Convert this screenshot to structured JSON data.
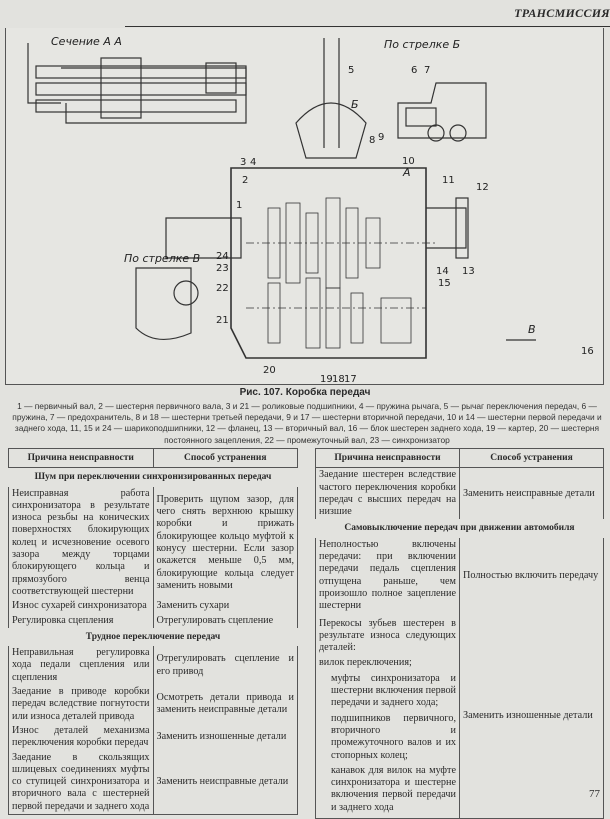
{
  "header": {
    "running_title": "ТРАНСМИССИЯ"
  },
  "figure": {
    "labels": {
      "section_aa": "Сечение А А",
      "arrow_b_view": "По стрелке Б",
      "arrow_v_view": "По стрелке В",
      "letter_a": "А",
      "letter_b_arrow": "Б",
      "letter_v": "В"
    },
    "part_numbers": [
      "1",
      "2",
      "3",
      "4",
      "5",
      "6",
      "7",
      "8",
      "9",
      "10",
      "11",
      "12",
      "13",
      "14",
      "15",
      "16",
      "17",
      "18",
      "19",
      "20",
      "21",
      "22",
      "23",
      "24"
    ],
    "caption": "Рис. 107. Коробка передач",
    "legend": "1 — первичный вал, 2 — шестерня первичного вала, 3 и 21 — роликовые подшипники, 4 — пружина рычага, 5 — рычаг переключения передач, 6 — пружина, 7 — предохранитель, 8 и 18 — шестерни третьей передачи, 9 и 17 — шестерни вторичной передачи, 10 и 14 — шестерни первой передачи и заднего хода, 11, 15 и 24 — шарикоподшипники, 12 — фланец, 13 — вторичный вал, 16 — блок шестерен заднего хода, 19 — картер, 20 — шестерня постоянного зацепления, 22 — промежуточный вал, 23 — синхронизатор"
  },
  "left_table": {
    "headers": [
      "Причина неисправности",
      "Способ устранения"
    ],
    "section1": "Шум при переключении синхронизированных передач",
    "rows1": [
      {
        "cause": "Неисправная работа синхронизатора в результате износа резьбы на конических поверхностях блокирующих колец и исчезновение осевого зазора между торцами блокирующего кольца и прямозубого венца соответствующей шестерни",
        "fix": "Проверить щупом зазор, для чего снять верхнюю крышку коробки и прижать блокирующее кольцо муфтой к конусу шестерни. Если зазор окажется меньше 0,5 мм, блокирующие кольца следует заменить новыми"
      },
      {
        "cause": "Износ сухарей синхронизатора",
        "fix": "Заменить сухари"
      },
      {
        "cause": "Регулировка сцепления",
        "fix": "Отрегулировать сцепление"
      }
    ],
    "section2": "Трудное переключение передач",
    "rows2": [
      {
        "cause": "Неправильная регулировка хода педали сцепления или сцепления",
        "fix": "Отрегулировать сцепление и его привод"
      },
      {
        "cause": "Заедание в приводе коробки передач вследствие погнутости или износа деталей привода",
        "fix": "Осмотреть детали привода и заменить неисправные детали"
      },
      {
        "cause": "Износ деталей механизма переключения коробки передач",
        "fix": "Заменить изношенные детали"
      },
      {
        "cause": "Заедание в скользящих шлицевых соединениях муфты со ступицей синхронизатора и вторичного вала с шестерней первой передачи и заднего хода",
        "fix": "Заменить неисправные детали"
      }
    ]
  },
  "right_table": {
    "headers": [
      "Причина неисправности",
      "Способ устранения"
    ],
    "rows0": [
      {
        "cause": "Заедание шестерен вследствие частого переключения коробки передач с высших передач на низшие",
        "fix": "Заменить неисправные детали"
      }
    ],
    "section": "Самовыключение передач при движении автомобиля",
    "row1": {
      "cause": "Неполностью включены передачи: при включении передачи педаль сцепления отпущена раньше, чем произошло полное зацепление шестерни",
      "fix": "Полностью включить передачу"
    },
    "row2": {
      "cause_intro": "Перекосы зубьев шестерен в результате износа следующих деталей:",
      "items": [
        "вилок переключения;",
        "муфты синхронизатора и шестерни включения первой передачи и заднего хода;",
        "подшипников первичного, вторичного и промежуточного валов и их стопорных колец;",
        "канавок для вилок на муфте синхронизатора и шестерне включения первой передачи и заднего хода"
      ],
      "fix": "Заменить изношенные детали"
    }
  },
  "footer": {
    "page_number": "77"
  }
}
